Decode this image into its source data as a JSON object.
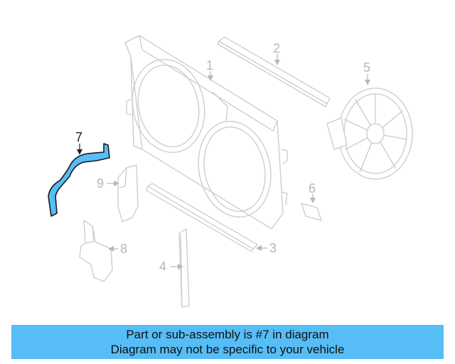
{
  "diagram": {
    "callouts": [
      "1",
      "2",
      "3",
      "4",
      "5",
      "6",
      "7",
      "8",
      "9"
    ],
    "highlighted_part": "7",
    "colors": {
      "highlight": "#56bdf7",
      "outline": "#c8cbd0",
      "caption_bg": "#56bdf7"
    }
  },
  "caption": {
    "line1": "Part or sub-assembly is #7 in diagram",
    "line2": "Diagram may not be specific to your vehicle"
  }
}
